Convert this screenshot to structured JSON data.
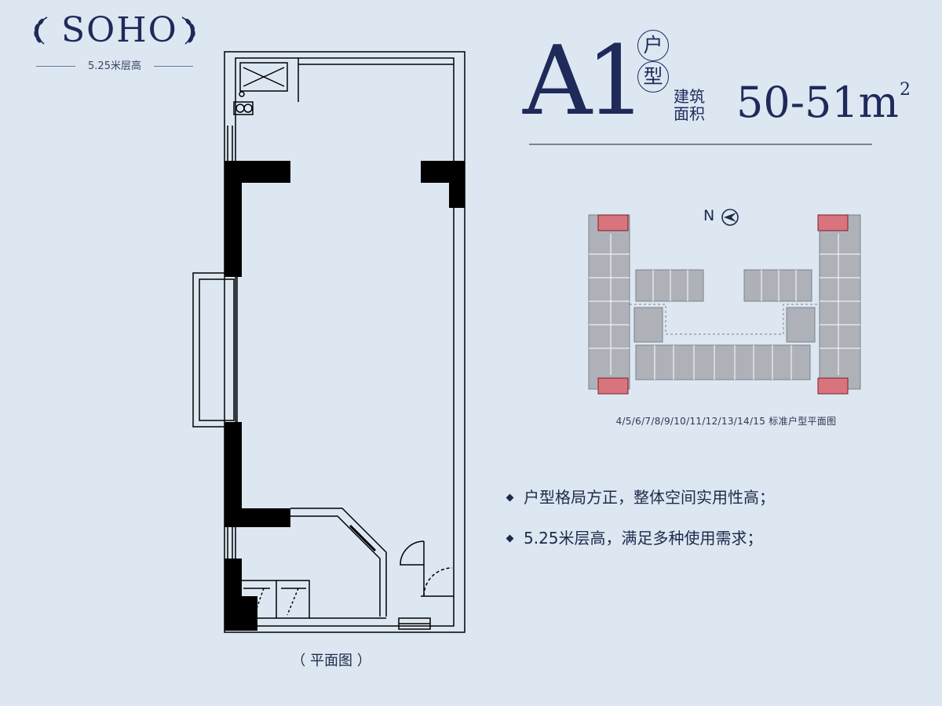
{
  "brand": {
    "title": "SOHO",
    "subtitle": "5.25米层高",
    "laurel_icon": "laurel-icon"
  },
  "unit": {
    "code": "A1",
    "badge_chars": [
      "户",
      "型"
    ],
    "area_label": "建筑面积",
    "area_value": "50-51m",
    "area_unit_exponent": "2"
  },
  "keyplan": {
    "north_label": "N",
    "caption": "4/5/6/7/8/9/10/11/12/13/14/15 标准户型平面图",
    "highlight_color": "#d9747f",
    "unit_fill": "#a9adb3"
  },
  "features": [
    "户型格局方正，整体空间实用性高；",
    "5.25米层高，满足多种使用需求；"
  ],
  "floorplan": {
    "caption": "（ 平面图 ）"
  },
  "colors": {
    "background": "#dde7f2",
    "navy": "#1f2a5a",
    "wall": "#000000"
  }
}
